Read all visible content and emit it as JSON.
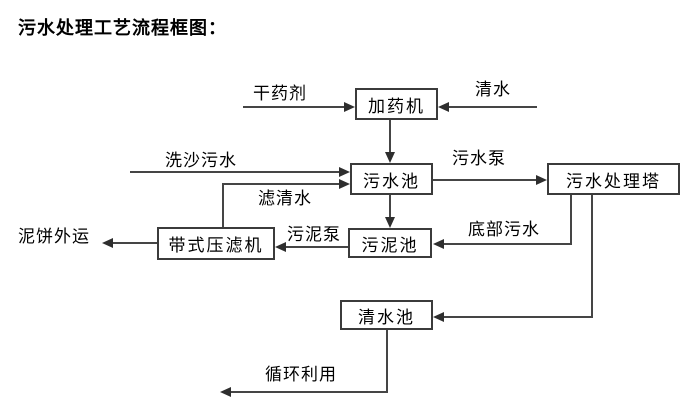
{
  "title": "污水处理工艺流程框图：",
  "nodes": {
    "dosing_machine": {
      "label": "加药机"
    },
    "sewage_pool": {
      "label": "污水池"
    },
    "treatment_tower": {
      "label": "污水处理塔"
    },
    "sludge_pool": {
      "label": "污泥池"
    },
    "belt_filter_press": {
      "label": "带式压滤机"
    },
    "clean_water_pool": {
      "label": "清水池"
    }
  },
  "edges": {
    "dry_agent_in": {
      "label": "干药剂"
    },
    "clean_water_in": {
      "label": "清水"
    },
    "sand_wash_in": {
      "label": "洗沙污水"
    },
    "filtrate_return": {
      "label": "滤清水"
    },
    "sewage_pump": {
      "label": "污水泵"
    },
    "bottom_sewage": {
      "label": "底部污水"
    },
    "sludge_pump": {
      "label": "污泥泵"
    },
    "mud_cake_out": {
      "label": "泥饼外运"
    },
    "recycle": {
      "label": "循环利用"
    }
  },
  "colors": {
    "line": "#454545",
    "text": "#000000",
    "background": "#ffffff"
  }
}
